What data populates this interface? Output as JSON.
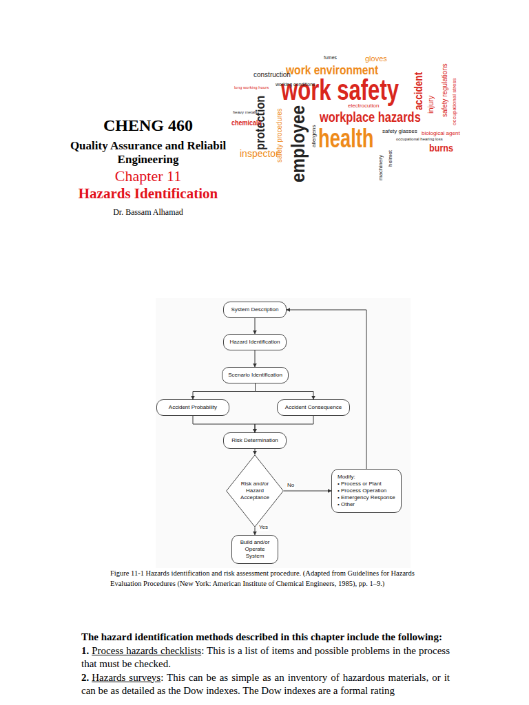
{
  "diagram": {
    "title": "CHENG 460",
    "caption": "Figure 11-1 Hazards identification and risk assessment procedure. (Adapted from Guidelines for Hazards Evaluation Procedures (New York: American Institute of Chemical Engineers, 1985), pp. 1–9.)",
    "nodes": [
      {
        "text": [
          "System Description"
        ]
      },
      {
        "text": [
          "Hazard Identification"
        ]
      },
      {
        "text": [
          "Scenario Identification"
        ]
      },
      {
        "text": [
          "Accident Probability"
        ]
      },
      {
        "text": [
          "Accident Consequence"
        ]
      },
      {
        "text": [
          "Risk Determination"
        ]
      },
      {
        "text": [
          "Risk and/or Hazard Acceptance"
        ]
      },
      {
        "text": [
          "Modify:",
          "• Process or Plant",
          "• Process Operation",
          "• Emergency Response",
          "• Other"
        ]
      },
      {
        "text": [
          "Build and/or Operate System"
        ]
      }
    ],
    "edges": [
      {
        "from": 0,
        "to": 1,
        "arrow": "to"
      },
      {
        "from": 1,
        "to": 2,
        "arrow": "to"
      },
      {
        "from": 2,
        "to": 3,
        "arrow": "to"
      },
      {
        "from": 2,
        "to": 4,
        "arrow": "to"
      },
      {
        "from": 3,
        "to": 5,
        "arrow": "to"
      },
      {
        "from": 4,
        "to": 5,
        "arrow": "to"
      },
      {
        "from": 5,
        "to": 6,
        "arrow": "to"
      },
      {
        "from": 6,
        "to": 7,
        "label": "No",
        "arrow": "to"
      },
      {
        "from": 6,
        "to": 8,
        "label": "Yes",
        "arrow": "to"
      },
      {
        "from": 7,
        "to": 0,
        "arrow": "to"
      }
    ],
    "labels": [
      "Quality Assurance and Reliabil",
      "Engineering",
      "Chapter 11",
      "Hazards Identification",
      "Dr. Bassam Alhamad",
      "work safety",
      "health",
      "employee",
      "workplace hazards",
      "work environment",
      "protection",
      "inspector",
      "safety procedures",
      "accident",
      "injury",
      "burns",
      "construction",
      "chemicals",
      "gloves",
      "safety glasses",
      "helmet",
      "biological agent",
      "safety regulations",
      "occupational stress",
      "occupational hearing loss",
      "fumes",
      "working conditions",
      "long working hours",
      "electrocution",
      "allergens",
      "heavy metals",
      "machinery",
      "The hazard identification methods described in this chapter include the following:",
      "1.",
      "Process hazards checklists",
      ": This is a list of items and possible problems in the process that must be checked.",
      "2.",
      "Hazards surveys",
      ": This can be as simple as an inventory of hazardous materials, or it can be as detailed as the Dow indexes. The Dow indexes are a formal rating"
    ]
  }
}
